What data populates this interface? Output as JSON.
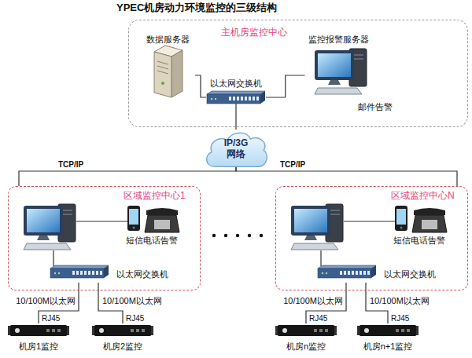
{
  "diagram": {
    "title": "YPEC机房动力环境监控的三级结构",
    "nodes": [
      {
        "text": [
          "主机房监控中心"
        ]
      },
      {
        "text": [
          "数据服务器"
        ],
        "in": 0
      },
      {
        "text": [
          "监控报警服务器"
        ],
        "in": 0
      },
      {
        "text": [
          "以太网交换机"
        ],
        "in": 0
      },
      {
        "text": [
          "IP/3G 网络"
        ]
      },
      {
        "text": [
          "区域监控中心1"
        ]
      },
      {
        "text": [
          "以太网交换机"
        ],
        "in": 5
      },
      {
        "text": [
          "区域监控中心N"
        ]
      },
      {
        "text": [
          "以太网交换机"
        ],
        "in": 7
      },
      {
        "text": [
          "机房1监控"
        ]
      },
      {
        "text": [
          "机房2监控"
        ]
      },
      {
        "text": [
          "机房n监控"
        ]
      },
      {
        "text": [
          "机房n+1监控"
        ]
      }
    ],
    "edges": [
      {
        "from": 1,
        "to": 3,
        "arrow": "none"
      },
      {
        "from": 2,
        "to": 3,
        "arrow": "none"
      },
      {
        "from": 3,
        "to": 4,
        "arrow": "none"
      },
      {
        "from": 4,
        "to": 5,
        "label": "TCP/IP",
        "arrow": "none"
      },
      {
        "from": 4,
        "to": 7,
        "label": "TCP/IP",
        "arrow": "none"
      },
      {
        "from": 6,
        "to": 9,
        "label": "10/100M以太网",
        "arrow": "none"
      },
      {
        "from": 6,
        "to": 10,
        "label": "10/100M以太网",
        "arrow": "none"
      },
      {
        "from": 8,
        "to": 11,
        "label": "10/100M以太网",
        "arrow": "none"
      },
      {
        "from": 8,
        "to": 12,
        "label": "10/100M以太网",
        "arrow": "none"
      }
    ],
    "labels": [
      "邮件告警",
      "短信电话告警",
      "短信电话告警",
      "RJ45",
      "RJ45",
      "RJ45",
      "RJ45"
    ]
  }
}
